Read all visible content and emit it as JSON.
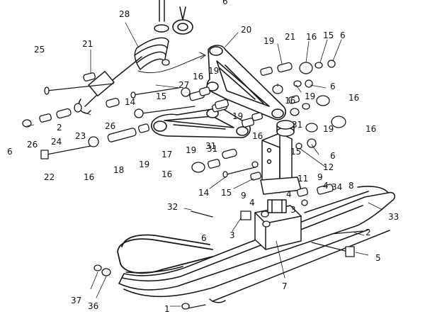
{
  "colors": {
    "ink": "#1a1a1a",
    "paper": "#ffffff"
  },
  "callouts": [
    {
      "id": "c28",
      "text": "28"
    },
    {
      "id": "c20",
      "text": "20"
    },
    {
      "id": "c25",
      "text": "25"
    },
    {
      "id": "c21a",
      "text": "21"
    },
    {
      "id": "c19a",
      "text": "19"
    },
    {
      "id": "c21b",
      "text": "21"
    },
    {
      "id": "c16a",
      "text": "16"
    },
    {
      "id": "c15a",
      "text": "15"
    },
    {
      "id": "c6a",
      "text": "6"
    },
    {
      "id": "c27",
      "text": "27"
    },
    {
      "id": "c16b",
      "text": "16"
    },
    {
      "id": "c19b",
      "text": "19"
    },
    {
      "id": "c15b",
      "text": "15"
    },
    {
      "id": "c6b",
      "text": "6"
    },
    {
      "id": "c14a",
      "text": "14"
    },
    {
      "id": "c16c",
      "text": "16"
    },
    {
      "id": "c19c",
      "text": "19"
    },
    {
      "id": "c16d",
      "text": "16"
    },
    {
      "id": "c23",
      "text": "23"
    },
    {
      "id": "c26a",
      "text": "26"
    },
    {
      "id": "c19d",
      "text": "19"
    },
    {
      "id": "c6c",
      "text": "6"
    },
    {
      "id": "c26b",
      "text": "26"
    },
    {
      "id": "c2",
      "text": "2"
    },
    {
      "id": "c16e",
      "text": "16"
    },
    {
      "id": "c31a",
      "text": "31"
    },
    {
      "id": "c24",
      "text": "24"
    },
    {
      "id": "c19e",
      "text": "19"
    },
    {
      "id": "c16f",
      "text": "16"
    },
    {
      "id": "c31b",
      "text": "31"
    },
    {
      "id": "c15c",
      "text": "15"
    },
    {
      "id": "c6d",
      "text": "6"
    },
    {
      "id": "c12",
      "text": "12"
    },
    {
      "id": "c22",
      "text": "22"
    },
    {
      "id": "c16g",
      "text": "16"
    },
    {
      "id": "c18",
      "text": "18"
    },
    {
      "id": "c19f",
      "text": "19"
    },
    {
      "id": "c17",
      "text": "17"
    },
    {
      "id": "c19g",
      "text": "19"
    },
    {
      "id": "c31c",
      "text": "31"
    },
    {
      "id": "c16h",
      "text": "16"
    },
    {
      "id": "c14b",
      "text": "14"
    },
    {
      "id": "c15d",
      "text": "15"
    },
    {
      "id": "c9a",
      "text": "9"
    },
    {
      "id": "c11",
      "text": "11"
    },
    {
      "id": "c9b",
      "text": "9"
    },
    {
      "id": "c34",
      "text": "34"
    },
    {
      "id": "c4a",
      "text": "4"
    },
    {
      "id": "c8",
      "text": "8"
    },
    {
      "id": "c4b",
      "text": "4"
    },
    {
      "id": "c3a",
      "text": "3"
    },
    {
      "id": "c33",
      "text": "33"
    },
    {
      "id": "c32",
      "text": "32"
    },
    {
      "id": "c4c",
      "text": "4"
    },
    {
      "id": "c3b",
      "text": "3"
    },
    {
      "id": "c6e",
      "text": "6"
    },
    {
      "id": "c2b",
      "text": "2"
    },
    {
      "id": "c5",
      "text": "5"
    },
    {
      "id": "c7",
      "text": "7"
    },
    {
      "id": "c37",
      "text": "37"
    },
    {
      "id": "c36",
      "text": "36"
    },
    {
      "id": "c1",
      "text": "1"
    },
    {
      "id": "c6top",
      "text": "6"
    }
  ]
}
